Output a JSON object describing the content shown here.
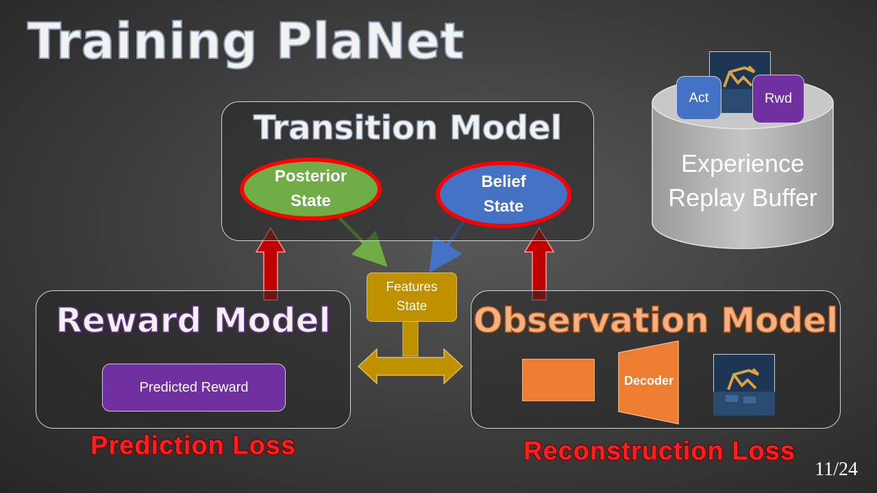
{
  "slide": {
    "title": "Training PlaNet",
    "page_number": "11/24"
  },
  "transition_model": {
    "title": "Transition Model",
    "posterior_state": "Posterior\nState",
    "belief_state": "Belief\nState"
  },
  "features_state": "Features\nState",
  "reward_model": {
    "title": "Reward Model",
    "predicted_reward": "Predicted Reward",
    "loss": "Prediction Loss"
  },
  "observation_model": {
    "title": "Observation Model",
    "decoder": "Decoder",
    "loss": "Reconstruction Loss"
  },
  "replay_buffer": {
    "label": "Experience\nReplay Buffer",
    "act": "Act",
    "rwd": "Rwd"
  },
  "colors": {
    "posterior": "#70ad47",
    "belief": "#4472c4",
    "features": "#bf9000",
    "reward": "#7030a0",
    "observation": "#ed7d31",
    "up_arrow": "#c00000",
    "loss_text": "#ff1e1e"
  }
}
